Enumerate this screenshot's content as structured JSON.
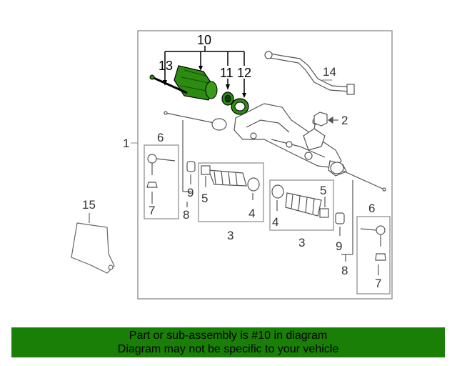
{
  "callouts": {
    "c1": "1",
    "c2": "2",
    "c3a": "3",
    "c3b": "3",
    "c4a": "4",
    "c4b": "4",
    "c5a": "5",
    "c5b": "5",
    "c6a": "6",
    "c6b": "6",
    "c7a": "7",
    "c7b": "7",
    "c8a": "8",
    "c8b": "8",
    "c9a": "9",
    "c9b": "9",
    "c10": "10",
    "c11": "11",
    "c12": "12",
    "c13": "13",
    "c14": "14",
    "c15": "15"
  },
  "banner": {
    "line1": "Part or sub-assembly is #10 in diagram",
    "line2": "Diagram may not be specific to your vehicle"
  },
  "colors": {
    "highlight": "#1a7f06",
    "highlight_part": "#2e8b12"
  }
}
